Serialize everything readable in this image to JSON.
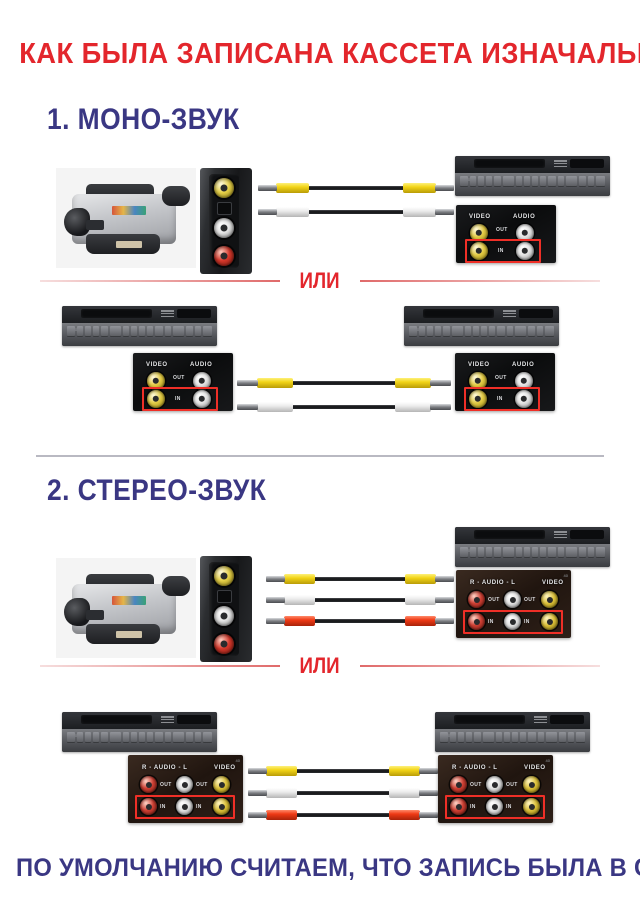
{
  "poster": {
    "title": "КАК БЫЛА ЗАПИСАНА КАССЕТА ИЗНАЧАЛЬНО?",
    "footer": "ПО УМОЛЧАНИЮ СЧИТАЕМ, ЧТО ЗАПИСЬ БЫЛА В СТЕРЕО",
    "or_label": "ИЛИ",
    "colors": {
      "title_red": "#e3262c",
      "heading_blue": "#3a3783",
      "highlight_red": "#ef2f27",
      "divider_gray": "#b9b9c2"
    }
  },
  "sections": [
    {
      "heading": "1. МОНО-ЗВУК",
      "variant": "mono",
      "cables": [
        "yellow",
        "white"
      ],
      "panel": {
        "labels": {
          "video": "VIDEO",
          "audio": "AUDIO"
        },
        "out": "OUT",
        "in": "IN",
        "jacks_out": [
          "yellow",
          "white"
        ],
        "jacks_in": [
          "yellow",
          "white"
        ]
      }
    },
    {
      "heading": "2. СТЕРЕО-ЗВУК",
      "variant": "stereo",
      "cables": [
        "yellow",
        "white",
        "red"
      ],
      "panel": {
        "labels": {
          "audio": "R - AUDIO - L",
          "video": "VIDEO"
        },
        "out": "OUT",
        "in": "IN",
        "corner": "40",
        "jacks_out": [
          "red",
          "white",
          "yellow"
        ],
        "jacks_in": [
          "red",
          "white",
          "yellow"
        ]
      }
    }
  ],
  "devices": {
    "camcorder_name": "camcorder",
    "camcorder_jacks": [
      "yellow",
      "white",
      "red"
    ],
    "vcr_name": "vcr-deck"
  }
}
